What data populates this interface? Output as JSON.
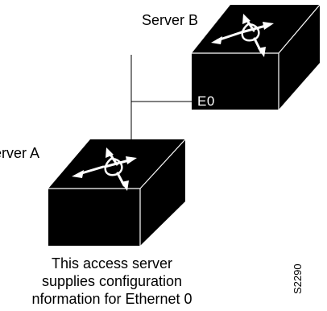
{
  "diagram": {
    "server_b": {
      "label": "Server B",
      "interface": "E0"
    },
    "server_a": {
      "label": "erver A"
    },
    "caption": [
      "This access server",
      "supplies configuration",
      "nformation for Ethernet 0"
    ],
    "figure_id": "S2290"
  },
  "colors": {
    "device": "#000000",
    "line": "#000000",
    "background": "#ffffff",
    "symbol": "#ffffff"
  },
  "icons": [
    "router-icon",
    "router-icon"
  ]
}
